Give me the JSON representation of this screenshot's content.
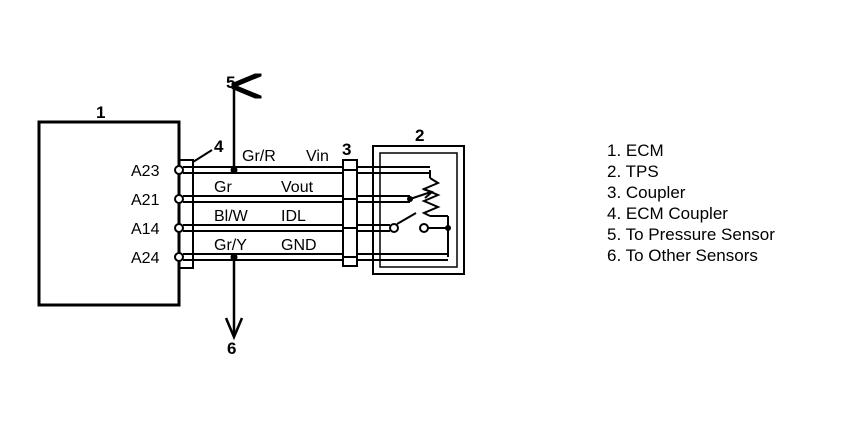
{
  "callouts": {
    "ecm": "1",
    "tps": "2",
    "coupler": "3",
    "ecm_coupler": "4",
    "to_pressure_sensor": "5",
    "to_other_sensors": "6"
  },
  "pins": [
    "A23",
    "A21",
    "A14",
    "A24"
  ],
  "wire_colors": [
    "Gr/R",
    "Gr",
    "Bl/W",
    "Gr/Y"
  ],
  "signals": [
    "Vin",
    "Vout",
    "IDL",
    "GND"
  ],
  "legend": [
    "1. ECM",
    "2. TPS",
    "3. Coupler",
    "4. ECM Coupler",
    "5. To Pressure Sensor",
    "6. To Other Sensors"
  ]
}
